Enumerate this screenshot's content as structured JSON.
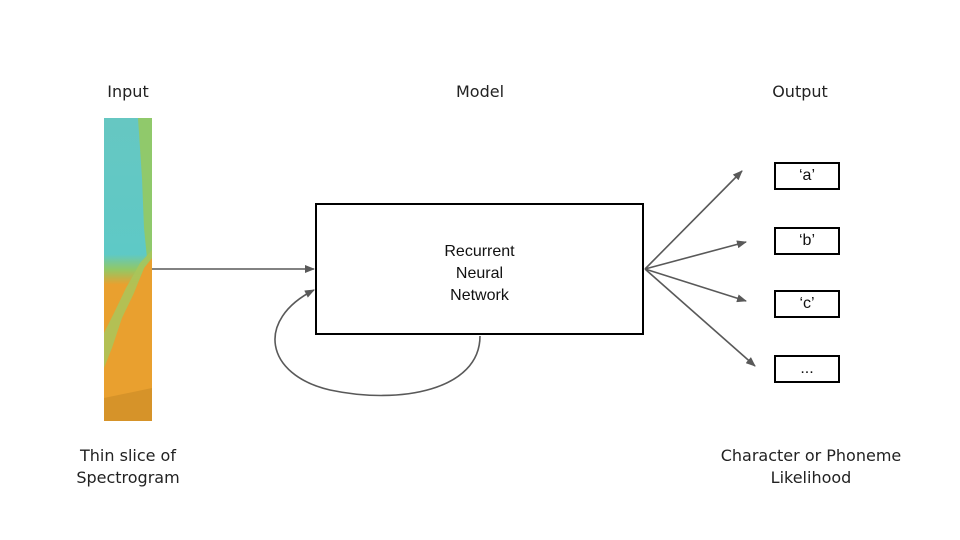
{
  "headings": {
    "input": "Input",
    "model": "Model",
    "output": "Output"
  },
  "model": {
    "lines": [
      "Recurrent",
      "Neural",
      "Network"
    ]
  },
  "outputs": [
    "‘a’",
    "‘b’",
    "‘c’",
    "..."
  ],
  "captions": {
    "input": [
      "Thin slice of",
      "Spectrogram"
    ],
    "output": [
      "Character or Phoneme",
      "Likelihood"
    ]
  },
  "colors": {
    "arrow": "#595959",
    "spectrogram_teal": "#5ec9c6",
    "spectrogram_green": "#8cc96a",
    "spectrogram_orange": "#e9a02f"
  }
}
